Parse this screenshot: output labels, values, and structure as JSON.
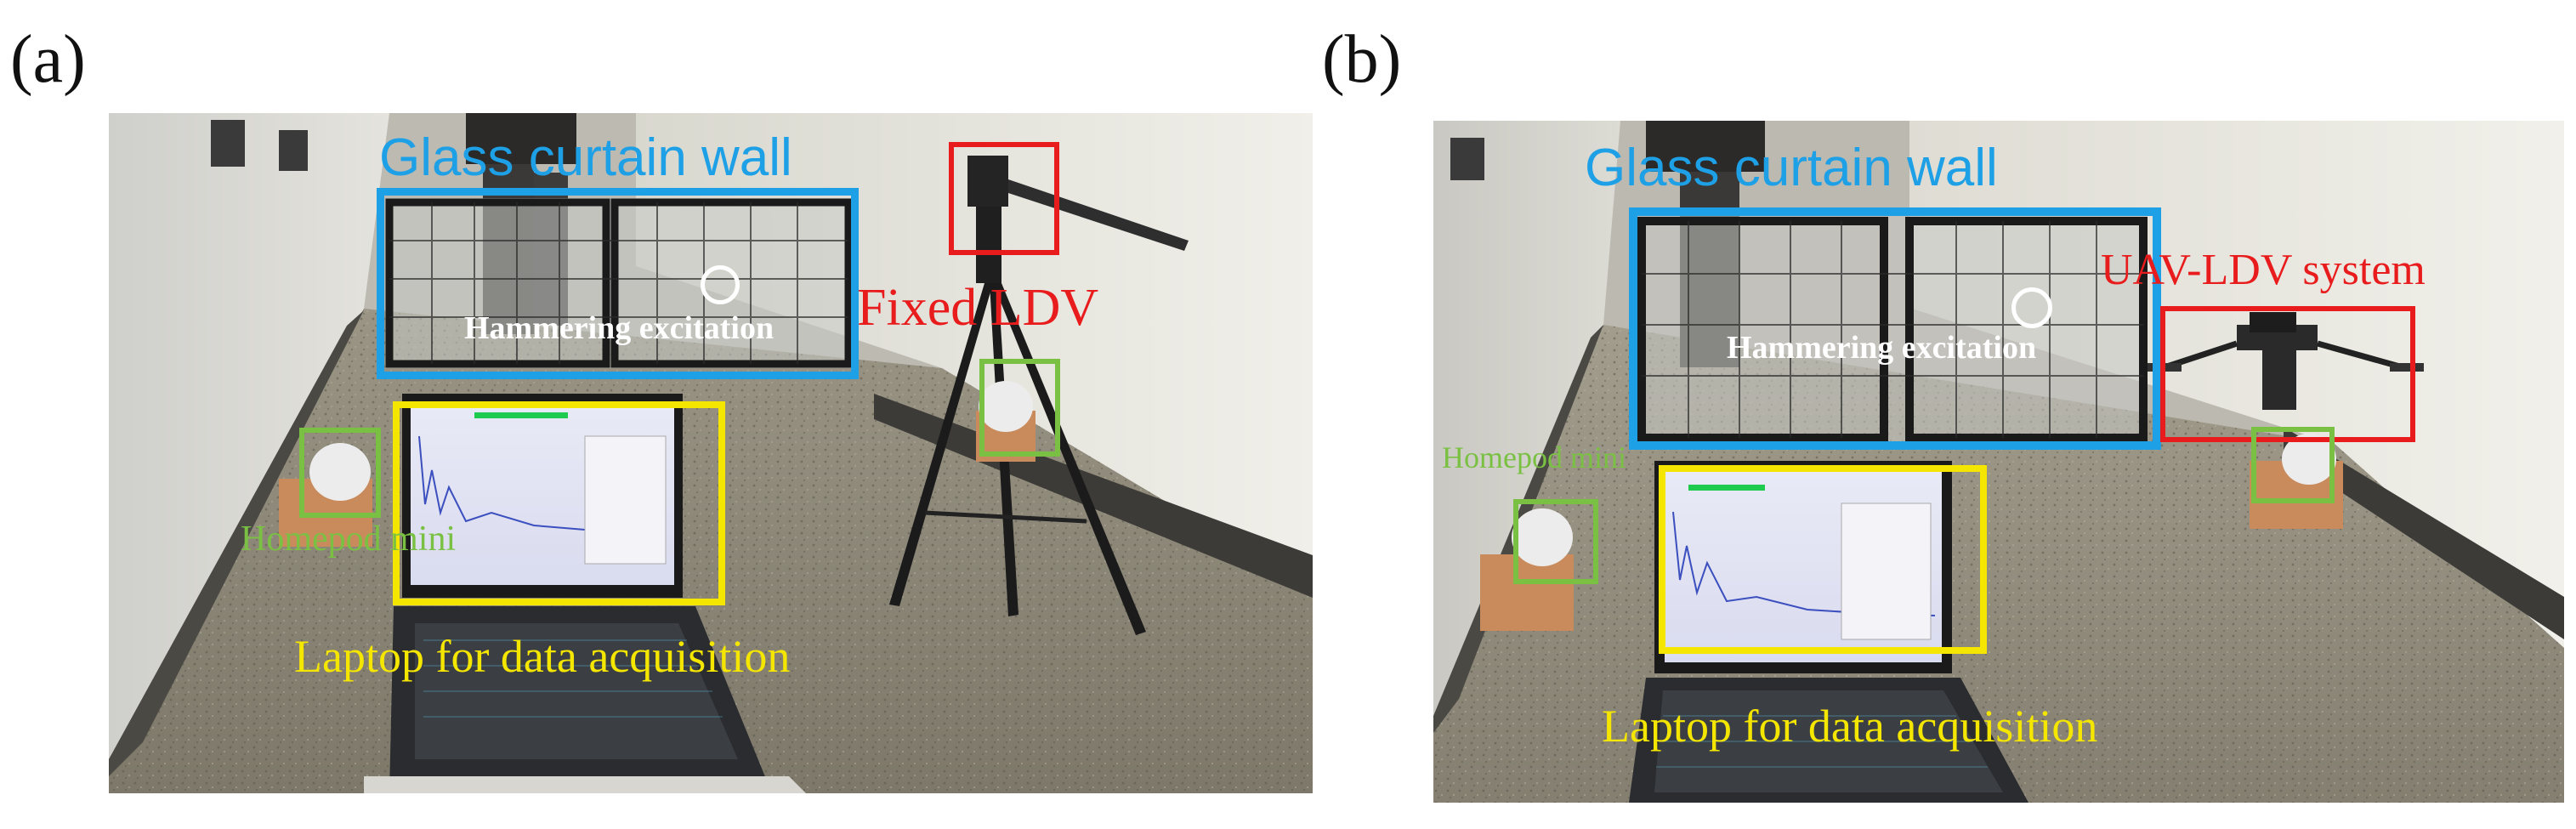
{
  "panels": [
    {
      "label": "(a)",
      "annotations": {
        "glass_wall": "Glass curtain wall",
        "hammering": "Hammering excitation",
        "ldv": "Fixed LDV",
        "homepod": "Homepod mini",
        "laptop": "Laptop for data acquisition"
      }
    },
    {
      "label": "(b)",
      "annotations": {
        "glass_wall": "Glass curtain wall",
        "hammering": "Hammering excitation",
        "ldv": "UAV-LDV system",
        "homepod": "Homepod mini",
        "laptop": "Laptop for data acquisition"
      }
    }
  ],
  "colors": {
    "glass_wall": "#1ea0e6",
    "ldv": "#e81c1c",
    "homepod": "#7ac143",
    "laptop": "#f5e600",
    "hammering": "#ffffff"
  }
}
